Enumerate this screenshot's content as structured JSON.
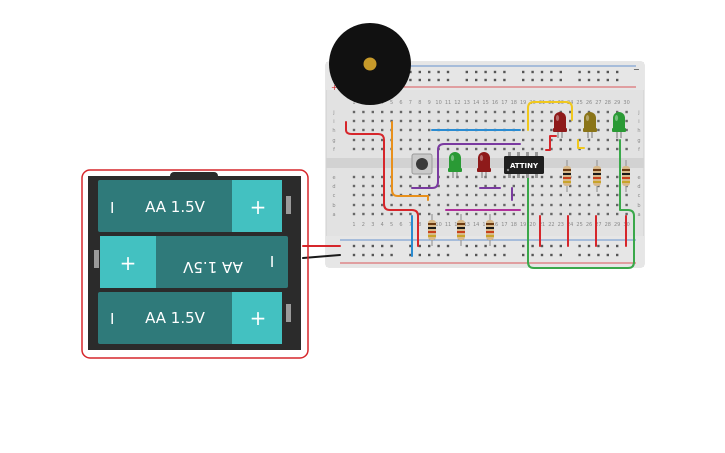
{
  "colors": {
    "breadboard": "#e3e3e3",
    "cell_body": "#2f7a7a",
    "cell_cap": "#43c1c1",
    "holder": "#2b2b2b",
    "chip": "#1f1f1f",
    "rail_red": "#d6262b",
    "rail_blue": "#3a77c6",
    "wire_orange": "#e8901c",
    "wire_blue": "#2a8bd1",
    "wire_purple": "#7a3aa0",
    "wire_yellow": "#f0c81e",
    "wire_green": "#3aa84a",
    "led_red": "#8e1a1a",
    "led_olive": "#8a7418",
    "led_green": "#2a9a35"
  },
  "battery_pack": {
    "cells": [
      {
        "label": "AA 1.5V",
        "minus": "I",
        "plus": "+",
        "flipped": false
      },
      {
        "label": "AA 1.5V",
        "minus": "I",
        "plus": "+",
        "flipped": true
      },
      {
        "label": "AA 1.5V",
        "minus": "I",
        "plus": "+",
        "flipped": false
      }
    ]
  },
  "chip": {
    "label": "ATTINY"
  },
  "breadboard": {
    "rail_plus": "+",
    "rail_minus": "−",
    "row_letters_top": [
      "j",
      "i",
      "h",
      "g",
      "f"
    ],
    "row_letters_bottom": [
      "e",
      "d",
      "c",
      "b",
      "a"
    ],
    "column_numbers": [
      "1",
      "2",
      "3",
      "4",
      "5",
      "6",
      "7",
      "8",
      "9",
      "10",
      "11",
      "12",
      "13",
      "14",
      "15",
      "16",
      "17",
      "18",
      "19",
      "20",
      "21",
      "22",
      "23",
      "24",
      "25",
      "26",
      "27",
      "28",
      "29",
      "30"
    ]
  },
  "components": {
    "buzzer": "piezo-buzzer",
    "button": "pushbutton",
    "leds": [
      "green",
      "red",
      "red",
      "olive",
      "green"
    ],
    "resistors": 6
  }
}
